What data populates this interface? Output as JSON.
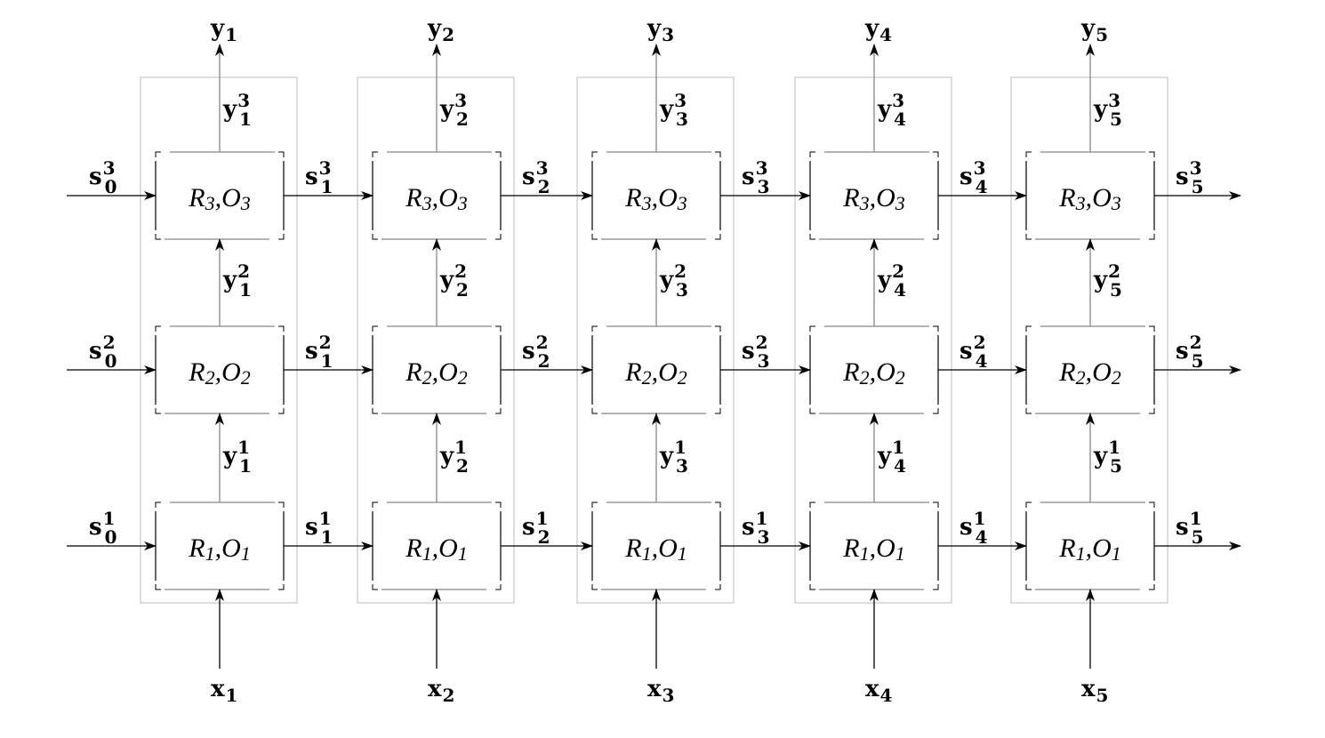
{
  "diagram": {
    "layers": [
      {
        "module": {
          "r": "R",
          "r_sub": "1",
          "sep": ",",
          "o": "O",
          "o_sub": "1"
        }
      },
      {
        "module": {
          "r": "R",
          "r_sub": "2",
          "sep": ",",
          "o": "O",
          "o_sub": "2"
        }
      },
      {
        "module": {
          "r": "R",
          "r_sub": "3",
          "sep": ",",
          "o": "O",
          "o_sub": "3"
        }
      }
    ],
    "time_steps": [
      "1",
      "2",
      "3",
      "4",
      "5"
    ],
    "initial_state_index": "0",
    "input_symbol": "x",
    "output_symbol": "y",
    "state_symbol": "s",
    "colors": {
      "line": "#000000",
      "column_box": "#c8c8c8",
      "inner_line": "#888888"
    }
  }
}
